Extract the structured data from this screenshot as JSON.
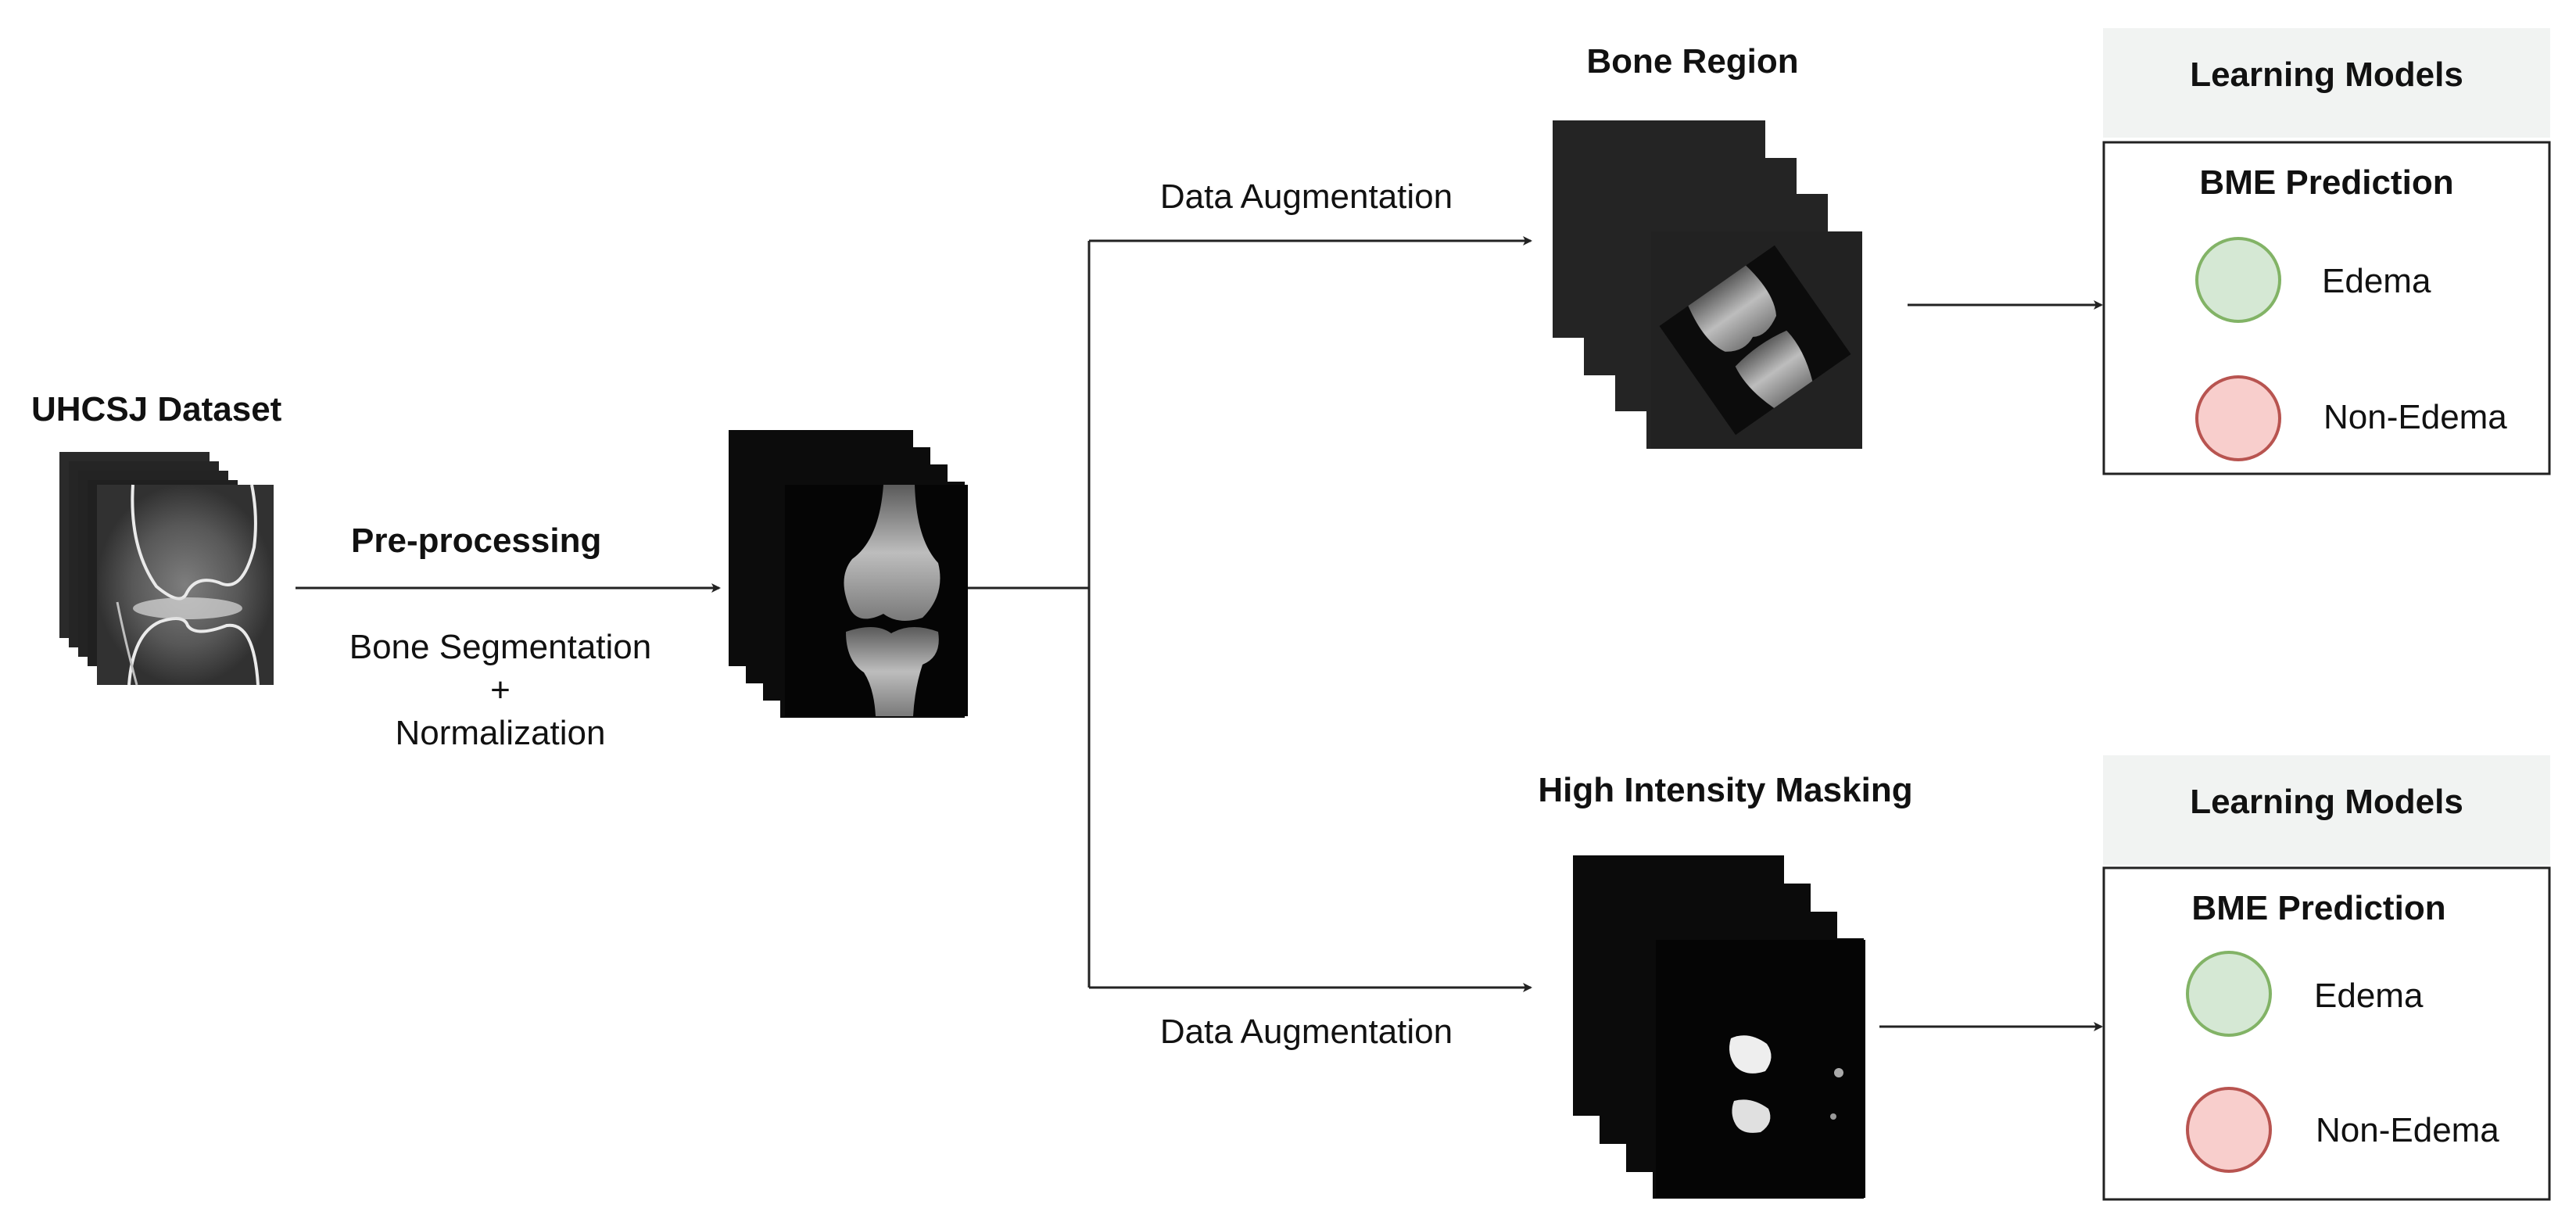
{
  "dataset": {
    "title": "UHCSJ Dataset"
  },
  "preprocessing": {
    "title": "Pre-processing",
    "line1": "Bone Segmentation",
    "line2": "+",
    "line3": "Normalization"
  },
  "branches": {
    "top": {
      "augmentation_label": "Data Augmentation",
      "title": "Bone Region",
      "models": {
        "header": "Learning Models",
        "prediction_title": "BME Prediction",
        "class_positive": "Edema",
        "class_negative": "Non-Edema"
      }
    },
    "bottom": {
      "augmentation_label": "Data Augmentation",
      "title": "High Intensity Masking",
      "models": {
        "header": "Learning Models",
        "prediction_title": "BME Prediction",
        "class_positive": "Edema",
        "class_negative": "Non-Edema"
      }
    }
  },
  "colors": {
    "edema_fill": "#d5e8d4",
    "edema_stroke": "#82b366",
    "non_edema_fill": "#f8cecc",
    "non_edema_stroke": "#b85450",
    "header_bg": "#f1f3f2",
    "stack_dark": "#111111"
  }
}
